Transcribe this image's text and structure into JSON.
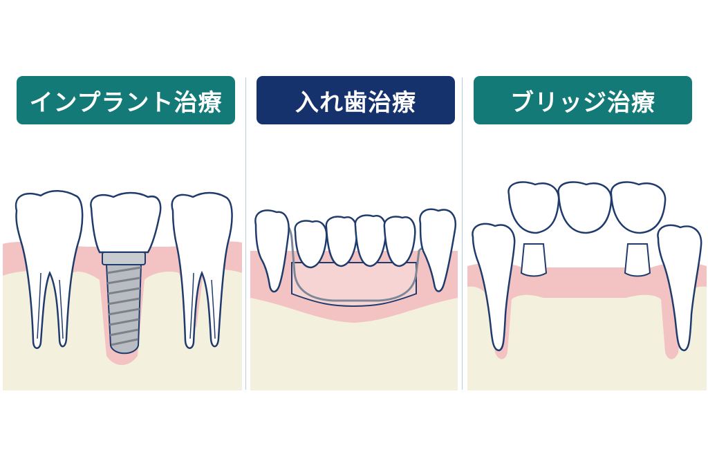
{
  "panels": [
    {
      "title": "インプラント治療",
      "header_color": "#137a78"
    },
    {
      "title": "入れ歯治療",
      "header_color": "#15326c"
    },
    {
      "title": "ブリッジ治療",
      "header_color": "#137a78"
    }
  ],
  "colors": {
    "outline": "#1f3b6b",
    "tooth": "#ffffff",
    "gum": "#f3c3c3",
    "bone": "#f4f0de",
    "implant_metal": "#b9bcc2",
    "wire": "#7d8796",
    "divider": "#b9cbe0"
  }
}
